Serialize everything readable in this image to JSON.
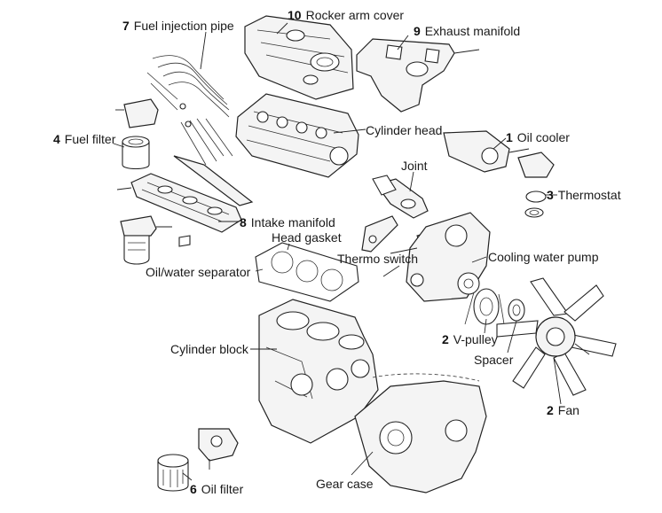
{
  "labels": {
    "fuel_injection_pipe": {
      "num": "7",
      "text": "Fuel injection pipe"
    },
    "rocker_arm_cover": {
      "num": "10",
      "text": "Rocker arm cover"
    },
    "exhaust_manifold": {
      "num": "9",
      "text": "Exhaust manifold"
    },
    "fuel_filter": {
      "num": "4",
      "text": "Fuel filter"
    },
    "cylinder_head": {
      "num": "",
      "text": "Cylinder head"
    },
    "oil_cooler": {
      "num": "1",
      "text": "Oil cooler"
    },
    "joint": {
      "num": "",
      "text": "Joint"
    },
    "thermostat": {
      "num": "3",
      "text": "Thermostat"
    },
    "intake_manifold": {
      "num": "8",
      "text": "Intake manifold"
    },
    "head_gasket": {
      "num": "",
      "text": "Head gasket"
    },
    "thermo_switch": {
      "num": "",
      "text": "Thermo switch"
    },
    "cooling_water_pump": {
      "num": "",
      "text": "Cooling water pump"
    },
    "oil_water_separator": {
      "num": "",
      "text": "Oil/water separator"
    },
    "cylinder_block": {
      "num": "",
      "text": "Cylinder block"
    },
    "v_pulley": {
      "num": "2",
      "text": "V-pulley"
    },
    "spacer": {
      "num": "",
      "text": "Spacer"
    },
    "fan": {
      "num": "2",
      "text": "Fan"
    },
    "oil_filter": {
      "num": "6",
      "text": "Oil filter"
    },
    "gear_case": {
      "num": "",
      "text": "Gear case"
    }
  }
}
